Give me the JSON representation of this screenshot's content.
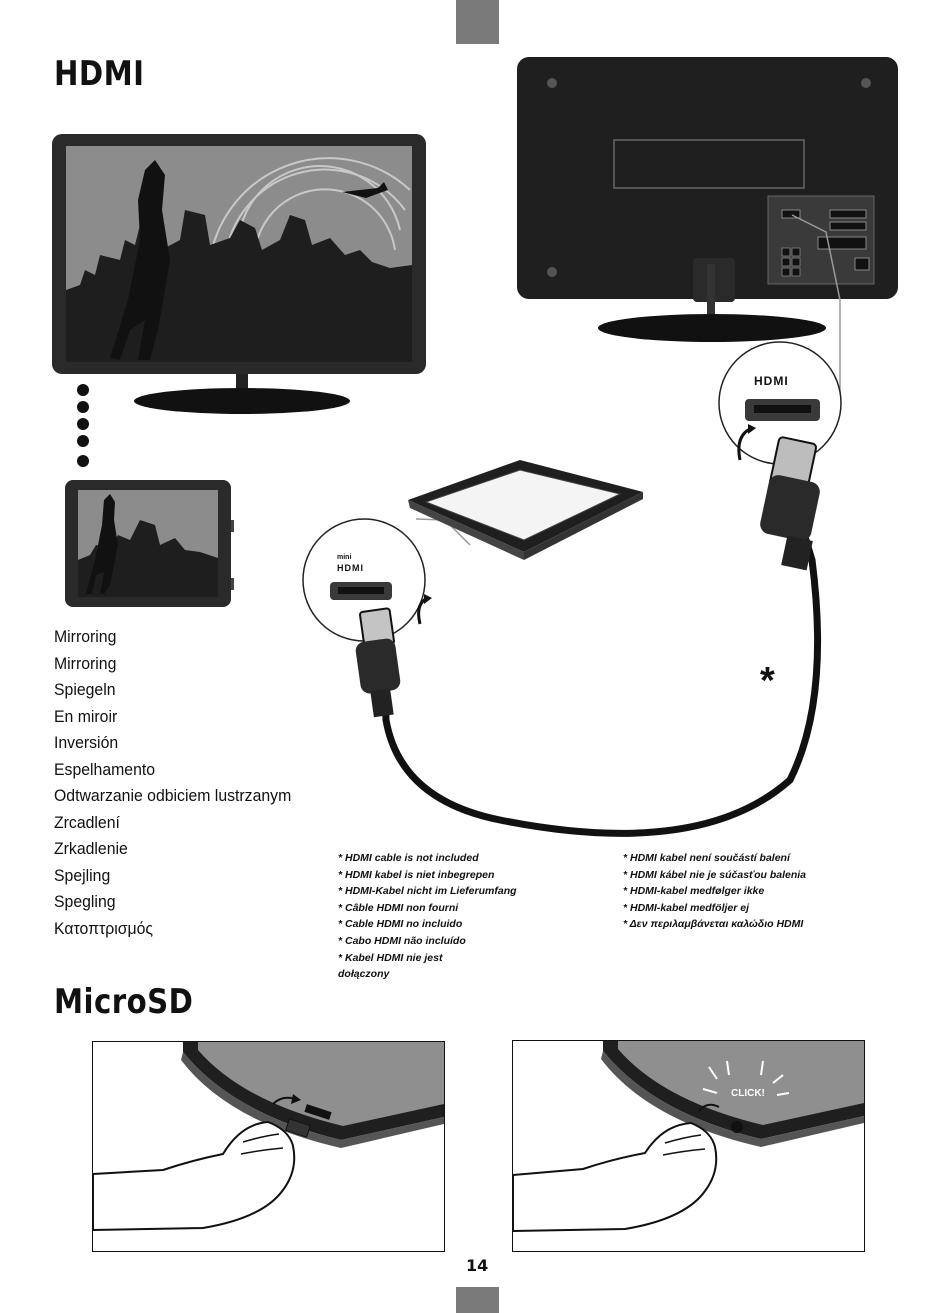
{
  "hdmi_section": {
    "title": "HDMI",
    "mirror_labels": [
      "Mirroring",
      "Mirroring",
      "Spiegeln",
      "En miroir",
      "Inversión",
      "Espelhamento",
      "Odtwarzanie odbiciem lustrzanym",
      "Zrcadlení",
      "Zrkadlenie",
      "Spejling",
      "Spegling",
      "Κατοπτρισμός"
    ],
    "asterisk": "*",
    "connector_labels": {
      "hdmi_logo": "HDMI",
      "mini_prefix": "mini",
      "mini_hdmi_logo": "HDMI"
    },
    "cable_notes_left": [
      "* HDMI cable is not included",
      "* HDMI kabel is niet inbegrepen",
      "* HDMI-Kabel nicht im Lieferumfang",
      "* Câble HDMI non fourni",
      "* Cable HDMI no incluido",
      "* Cabo HDMI não incluído",
      "* Kabel HDMI nie jest\ndołączony"
    ],
    "cable_notes_right": [
      "* HDMI kabel není součástí balení",
      "* HDMI kábel nie je súčasťou balenia",
      "* HDMI-kabel medfølger ikke",
      "* HDMI-kabel medföljer ej",
      "* Δεν περιλαμβάνεται καλώδιο HDMI"
    ]
  },
  "microsd_section": {
    "title": "MicroSD",
    "click_label": "CLICK!"
  },
  "page_number": "14",
  "colors": {
    "tab_mark": "#7a7a7a",
    "device_black": "#1a1a1a",
    "screen_grey": "#8c8c8c"
  },
  "icons": [
    "tv-screen-illustration",
    "tv-back-illustration",
    "tablet-illustration",
    "hdmi-cable-illustration",
    "hand-illustration"
  ]
}
